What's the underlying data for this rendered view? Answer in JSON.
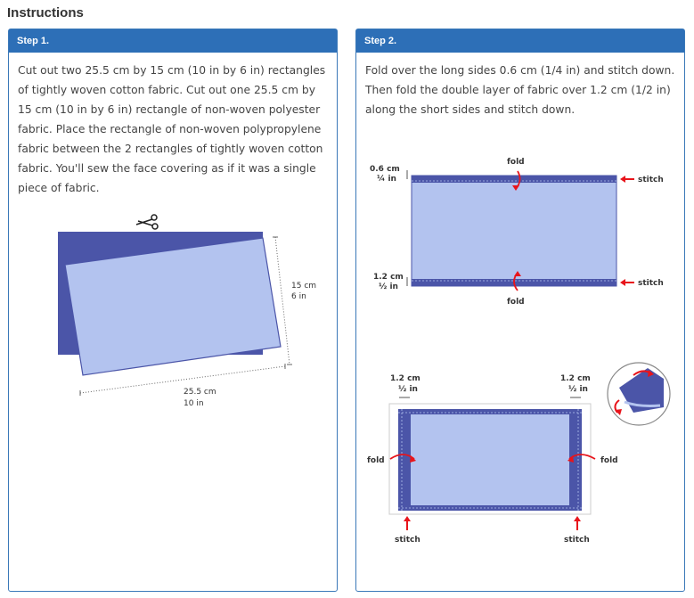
{
  "page": {
    "heading": "Instructions"
  },
  "colors": {
    "accent": "#2d6fb7",
    "fabric_dark": "#4b55a8",
    "fabric_light": "#b3c3ef",
    "arrow_red": "#e8141b"
  },
  "step1": {
    "title": "Step 1.",
    "text": "Cut out two 25.5 cm by 15 cm (10 in by 6 in) rectangles of tightly woven cotton fabric. Cut out one 25.5 cm by 15 cm (10 in by 6 in) rectangle of non-woven polyester fabric. Place the rectangle of non-woven polypropylene fabric between the 2 rectangles of tightly woven cotton fabric. You'll sew the face covering as if it was a single piece of fabric.",
    "figure": {
      "height_cm": "15 cm",
      "height_in": "6 in",
      "width_cm": "25.5 cm",
      "width_in": "10 in",
      "icon": "scissors-icon"
    }
  },
  "step2": {
    "title": "Step 2.",
    "text": "Fold over the long sides 0.6 cm (1/4 in) and stitch down. Then fold the double layer of fabric over 1.2 cm (1/2 in) along the short sides and stitch down.",
    "figure_top": {
      "fold_top": "fold",
      "fold_bottom": "fold",
      "top_dim_cm": "0.6 cm",
      "top_dim_in": "¼ in",
      "bottom_dim_cm": "1.2 cm",
      "bottom_dim_in": "½ in",
      "stitch_top": "stitch",
      "stitch_bottom": "stitch"
    },
    "figure_bottom": {
      "left_dim_cm": "1.2 cm",
      "left_dim_in": "½ in",
      "right_dim_cm": "1.2 cm",
      "right_dim_in": "½ in",
      "fold_left": "fold",
      "fold_right": "fold",
      "stitch_left": "stitch",
      "stitch_right": "stitch"
    }
  }
}
